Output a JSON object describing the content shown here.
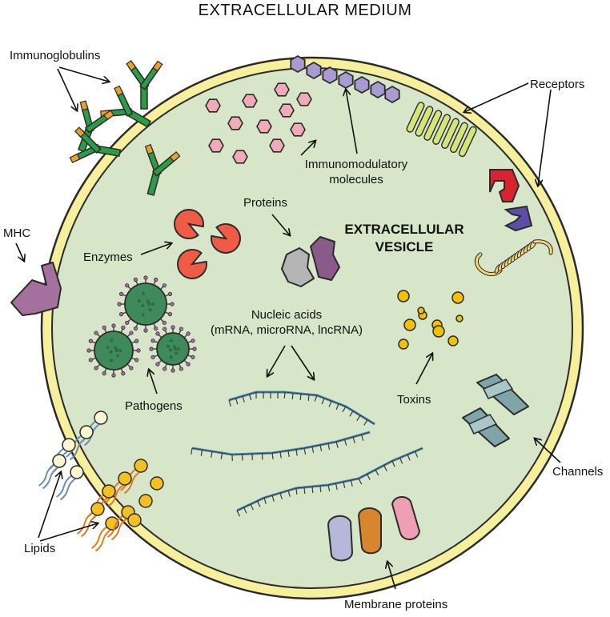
{
  "title": "EXTRACELLULAR MEDIUM",
  "vesicle_label": [
    "EXTRACELLULAR",
    "VESICLE"
  ],
  "labels": {
    "immunoglobulins": "Immunoglobulins",
    "immunomodulatory": [
      "Immunomodulatory",
      "molecules"
    ],
    "receptors": "Receptors",
    "mhc": "MHC",
    "proteins": "Proteins",
    "enzymes": "Enzymes",
    "nucleic_acids": [
      "Nucleic acids",
      "(mRNA, microRNA, lncRNA)"
    ],
    "pathogens": "Pathogens",
    "toxins": "Toxins",
    "channels": "Channels",
    "lipids": "Lipids",
    "membrane_proteins": "Membrane proteins"
  },
  "colors": {
    "vesicle_fill": "#d7e6c8",
    "membrane": "#f6ef9c",
    "outline": "#2b2b2b",
    "immunoglobulin": "#2e9a45",
    "immunoglobulin_tip": "#e6a12e",
    "hexagon": "#f2a9b8",
    "membrane_hexagon": "#a99bd1",
    "receptor": "#d6e57a",
    "enzyme": "#ef5b45",
    "pathogen": "#3f8a5a",
    "toxin": "#f2c200",
    "channel": "#7fa5a8",
    "lipid_white": "#fbf6d2",
    "lipid_yellow": "#f5c020",
    "mhc": "#a4709e"
  }
}
